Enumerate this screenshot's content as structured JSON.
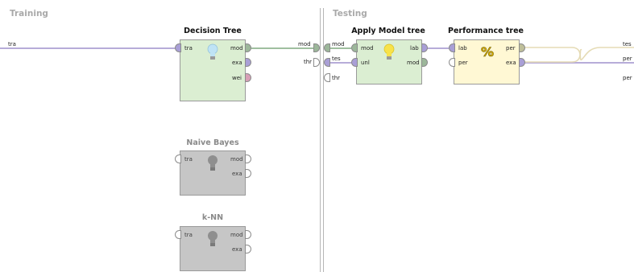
{
  "panels": {
    "training_title": "Training",
    "testing_title": "Testing"
  },
  "process_ports": {
    "training_input": "tra",
    "training_output_mod": "mod",
    "training_output_thr": "thr",
    "testing_input_mod": "mod",
    "testing_input_tes": "tes",
    "testing_input_thr": "thr",
    "result_1": "tes",
    "result_2": "per",
    "result_3": "per"
  },
  "operators": {
    "decision_tree": {
      "title": "Decision Tree",
      "in": [
        "tra"
      ],
      "out": [
        "mod",
        "exa",
        "wei"
      ]
    },
    "naive_bayes": {
      "title": "Naive Bayes",
      "in": [
        "tra"
      ],
      "out": [
        "mod",
        "exa"
      ]
    },
    "knn": {
      "title": "k-NN",
      "in": [
        "tra"
      ],
      "out": [
        "mod",
        "exa"
      ]
    },
    "apply_model": {
      "title": "Apply Model tree",
      "in": [
        "mod",
        "unl"
      ],
      "out": [
        "lab",
        "mod"
      ]
    },
    "performance": {
      "title": "Performance tree",
      "in": [
        "lab",
        "per"
      ],
      "out": [
        "per",
        "exa"
      ]
    }
  },
  "colors": {
    "wire_example": "#b7acd9",
    "wire_model": "#9fbf9f",
    "wire_performance": "#e5dbb5",
    "port_example": "#a99fd6",
    "port_model": "#9cb79a",
    "port_weights": "#d79fb6",
    "port_performance": "#bfbf9a",
    "box_learner": "#dbeed2",
    "box_performance": "#fff8d4",
    "box_disabled": "#c6c6c6"
  },
  "icons": {
    "decision_tree": "lightbulb-icon",
    "apply_model": "lightbulb-icon",
    "performance": "percent-icon",
    "naive_bayes": "lightbulb-icon",
    "knn": "lightbulb-icon"
  }
}
